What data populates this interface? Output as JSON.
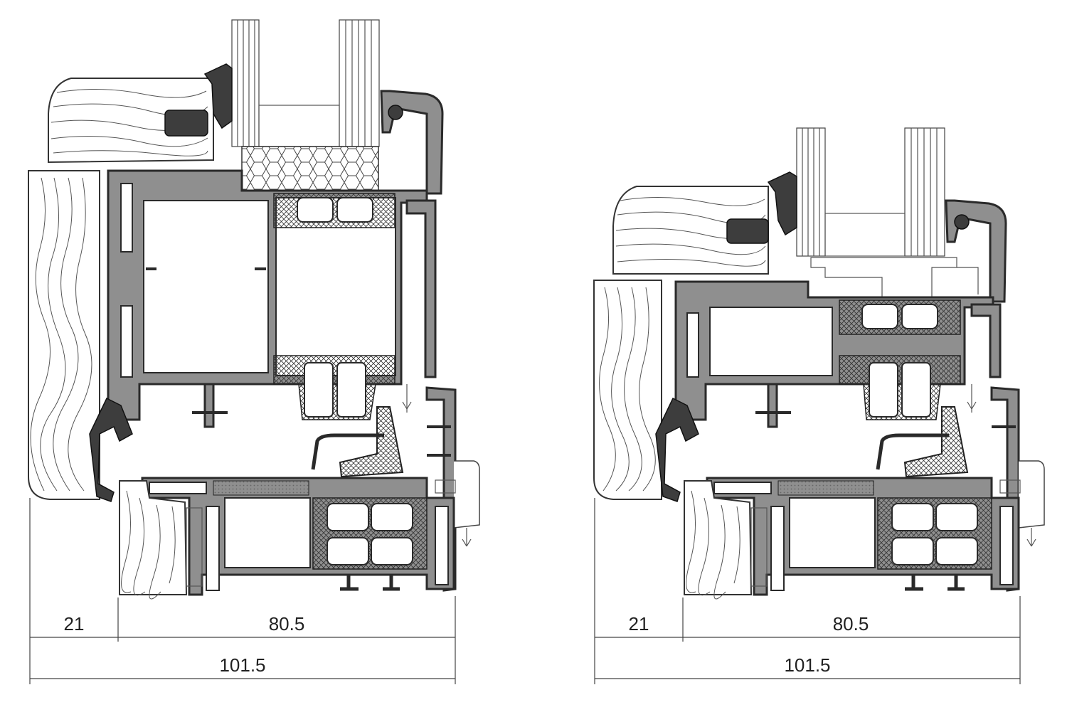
{
  "drawings": [
    {
      "id": "left",
      "dimensions": {
        "segment_a": "21",
        "segment_b": "80.5",
        "overall": "101.5"
      }
    },
    {
      "id": "right",
      "dimensions": {
        "segment_a": "21",
        "segment_b": "80.5",
        "overall": "101.5"
      }
    }
  ]
}
